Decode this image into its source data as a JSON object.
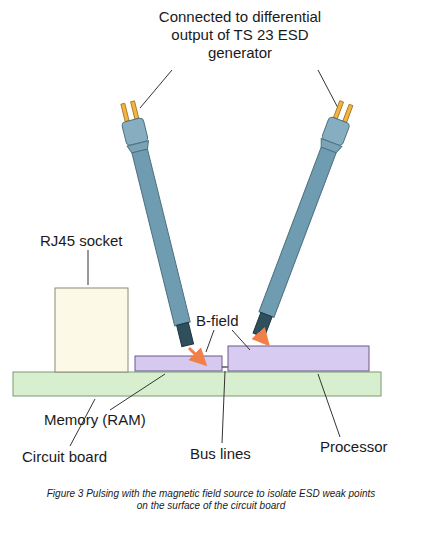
{
  "diagram": {
    "caption": "Figure 3 Pulsing with the magnetic field source to isolate ESD weak points on the surface of the circuit board",
    "labels": [
      "Connected to differential output of TS 23 ESD generator",
      "RJ45 socket",
      "B-field",
      "Memory (RAM)",
      "Bus lines",
      "Processor",
      "Circuit board"
    ]
  }
}
